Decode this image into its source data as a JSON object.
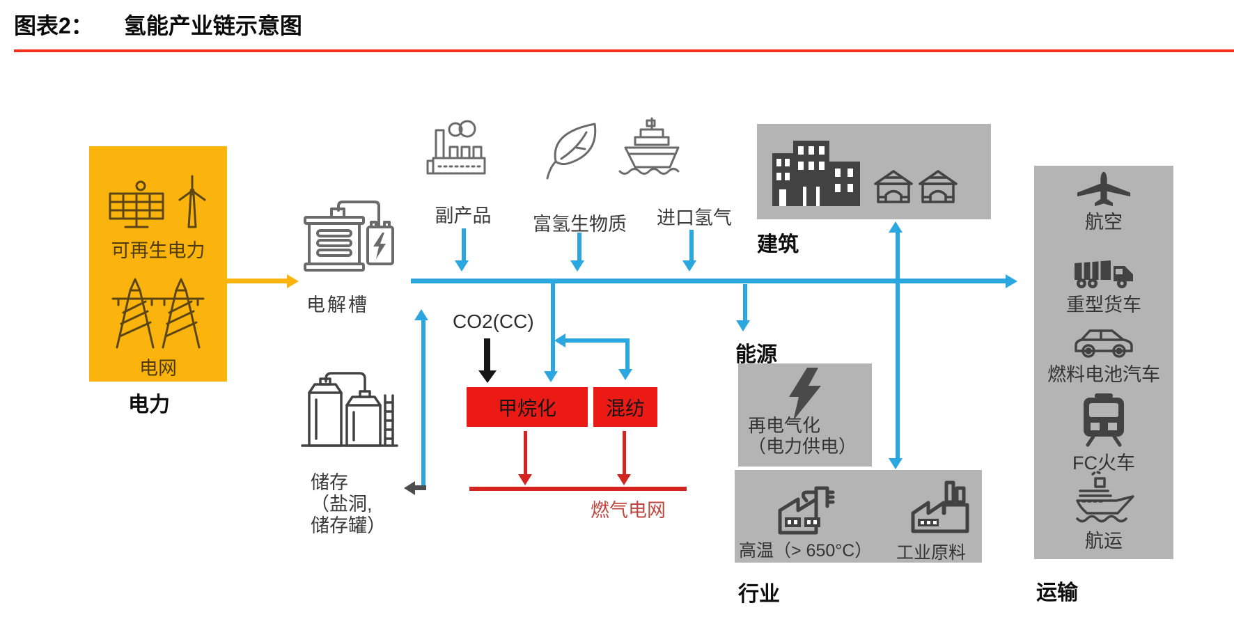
{
  "header": {
    "figure_label": "图表2：",
    "title": "氢能产业链示意图"
  },
  "colors": {
    "underline": "#f3301d",
    "blue": "#29a7de",
    "yellow": "#fbb40e",
    "gray_box": "#b4b4b4",
    "red_box": "#ec1a15",
    "red_line": "#d3251f",
    "gas_text": "#c0453e",
    "icon_dark": "#424242",
    "icon_outline": "#6a6a6a"
  },
  "power": {
    "renewable_label": "可再生电力",
    "grid_label": "电网",
    "section_label": "电力",
    "icons": [
      "sun-solar-panel-icon",
      "wind-turbine-icon",
      "transmission-towers-icon"
    ]
  },
  "electrolyzer": {
    "label": "电解槽",
    "icon": "electrolyzer-icon"
  },
  "sources": [
    {
      "label": "副产品",
      "icon": "factory-smoke-icon"
    },
    {
      "label": "富氢生物质",
      "icon": "leaf-icon"
    },
    {
      "label": "进口氢气",
      "icon": "cargo-ship-icon"
    }
  ],
  "storage": {
    "label_line1": "储存",
    "label_line2": "（盐洞,",
    "label_line3": "储存罐）",
    "icon": "storage-tanks-icon"
  },
  "conversion": {
    "co2_label": "CO2(CC)",
    "methanation_label": "甲烷化",
    "blending_label": "混纺",
    "gas_grid_label": "燃气电网"
  },
  "building": {
    "section_label": "建筑",
    "icons": [
      "city-buildings-icon",
      "warehouse-icon",
      "warehouse-icon"
    ]
  },
  "energy": {
    "section_label": "能源",
    "reelectrification_line1": "再电气化",
    "reelectrification_line2": "（电力供电）",
    "icon": "lightning-bolt-icon"
  },
  "industry": {
    "section_label": "行业",
    "high_temp_label": "高温（> 650°C）",
    "feedstock_label": "工业原料",
    "icons": [
      "high-temp-factory-icon",
      "industrial-feedstock-factory-icon"
    ]
  },
  "transport": {
    "section_label": "运输",
    "items": [
      {
        "label": "航空",
        "icon": "airplane-icon"
      },
      {
        "label": "重型货车",
        "icon": "heavy-truck-icon"
      },
      {
        "label": "燃料电池汽车",
        "icon": "fuel-cell-car-icon"
      },
      {
        "label": "FC火车",
        "icon": "train-icon"
      },
      {
        "label": "航运",
        "icon": "ship-icon"
      }
    ]
  }
}
